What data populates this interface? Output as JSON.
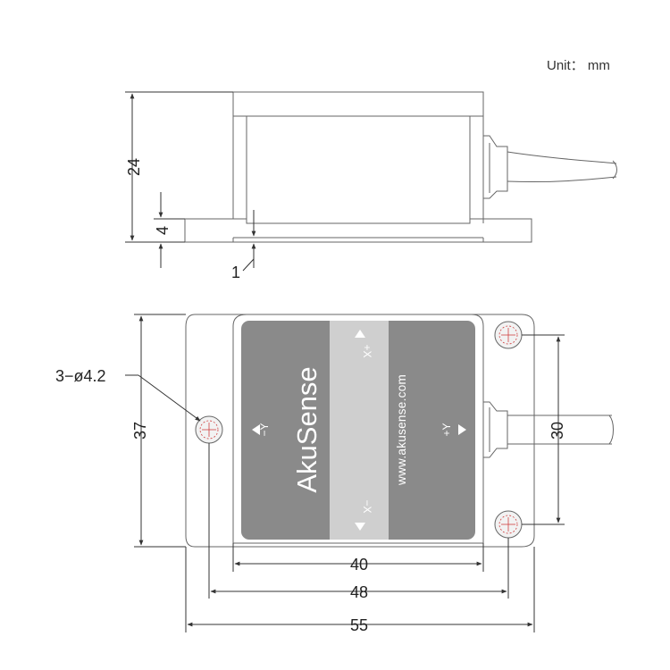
{
  "unit_label": "Unit： mm",
  "brand": "AkuSense",
  "website": "www.akusense.com",
  "axes": {
    "plus_x": "+X",
    "minus_x": "−X",
    "plus_y": "+Y",
    "minus_y": "−Y"
  },
  "dimensions": {
    "height": "24",
    "base_thickness": "4",
    "step": "1",
    "hole_spec": "3−ø4.2",
    "width_body": "37",
    "hole_spacing_y": "30",
    "top_face": "40",
    "hole_spacing_x": "48",
    "overall_length": "55"
  },
  "icons": [
    "arrow-up-icon",
    "arrow-down-icon",
    "arrow-left-icon",
    "arrow-right-icon",
    "mounting-hole-icon",
    "cable-icon"
  ]
}
